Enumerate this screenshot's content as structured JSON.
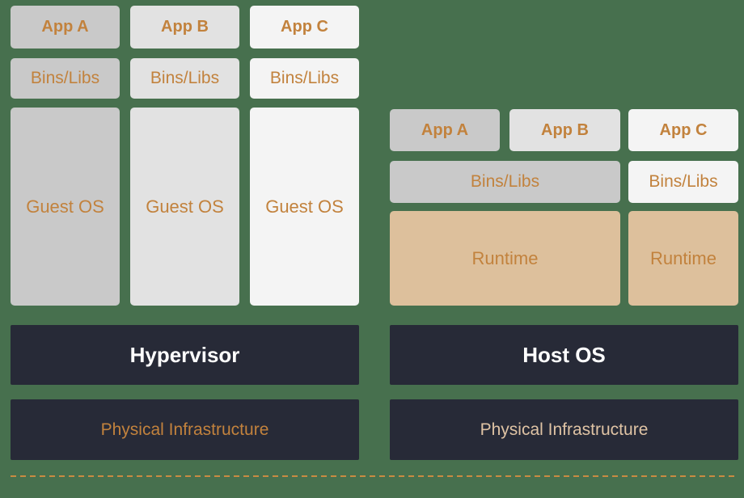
{
  "colors": {
    "background": "#47704E",
    "panel_dark": "#272A37",
    "box_gray_dark": "#C9C9C9",
    "box_gray_mid": "#E2E2E2",
    "box_gray_light": "#F4F4F4",
    "box_tan": "#DDC09C",
    "accent_orange": "#C2823D",
    "accent_cream": "#DFC3A4",
    "text_white": "#FFFFFF",
    "dashed_line": "#C98B42"
  },
  "vm_stack": {
    "columns": [
      {
        "app": "App A",
        "bins": "Bins/Libs",
        "os": "Guest OS"
      },
      {
        "app": "App B",
        "bins": "Bins/Libs",
        "os": "Guest OS"
      },
      {
        "app": "App C",
        "bins": "Bins/Libs",
        "os": "Guest OS"
      }
    ],
    "layer_label": "Hypervisor",
    "base_label": "Physical Infrastructure"
  },
  "container_stack": {
    "apps": [
      "App A",
      "App B",
      "App C"
    ],
    "shared_bins_label": "Bins/Libs",
    "isolated_bins_label": "Bins/Libs",
    "shared_runtime_label": "Runtime",
    "isolated_runtime_label": "Runtime",
    "layer_label": "Host OS",
    "base_label": "Physical Infrastructure"
  }
}
